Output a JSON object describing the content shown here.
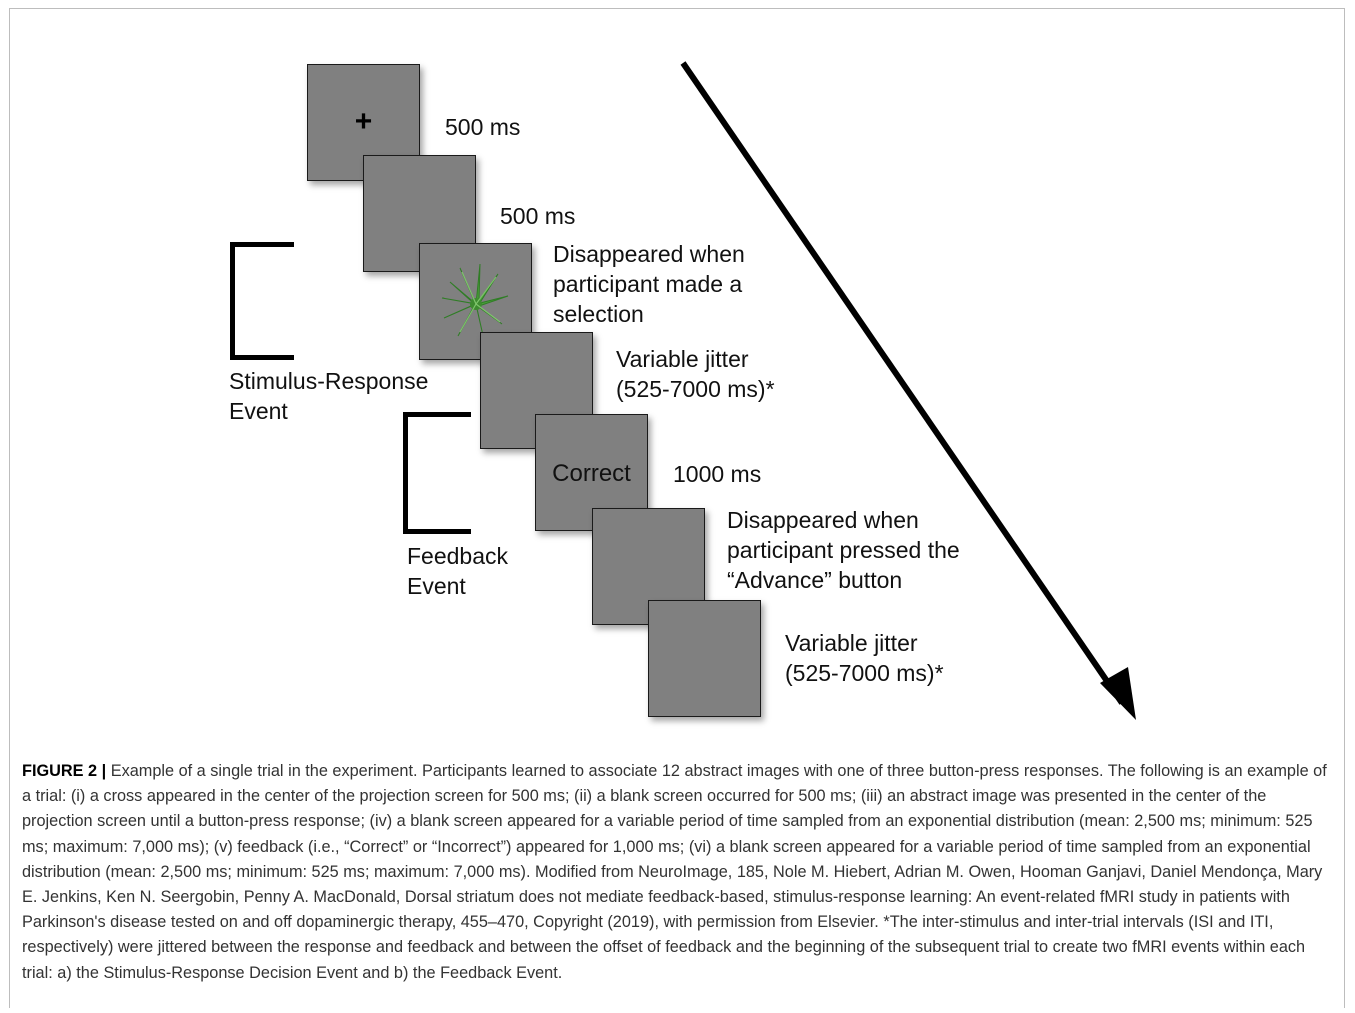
{
  "figure": {
    "screens": [
      {
        "content": "+",
        "time_label": [
          "500 ms"
        ]
      },
      {
        "content": "",
        "time_label": [
          "500 ms"
        ]
      },
      {
        "content": "abstract-image",
        "time_label": [
          "Disappeared when",
          "participant made a",
          "selection"
        ]
      },
      {
        "content": "",
        "time_label": [
          "Variable jitter",
          "(525-7000 ms)*"
        ]
      },
      {
        "content": "Correct",
        "time_label": [
          "1000 ms"
        ]
      },
      {
        "content": "",
        "time_label": [
          "Disappeared when",
          "participant pressed the",
          "“Advance” button"
        ]
      },
      {
        "content": "",
        "time_label": [
          "Variable jitter",
          "(525-7000 ms)*"
        ]
      }
    ],
    "events": [
      {
        "lines": [
          "Stimulus-Response",
          "Event"
        ]
      },
      {
        "lines": [
          "Feedback",
          "Event"
        ]
      }
    ],
    "icons": {
      "time_arrow": "arrow-down-right-icon",
      "stimulus": "abstract-plant-icon"
    },
    "colors": {
      "screen": "#808080",
      "stimulus": "#4a9e3a"
    }
  },
  "caption": {
    "label": "FIGURE 2 |",
    "text": "Example of a single trial in the experiment. Participants learned to associate 12 abstract images with one of three button-press responses. The following is an example of a trial: (i) a cross appeared in the center of the projection screen for 500 ms; (ii) a blank screen occurred for 500 ms; (iii) an abstract image was presented in the center of the projection screen until a button-press response; (iv) a blank screen appeared for a variable period of time sampled from an exponential distribution (mean: 2,500 ms; minimum: 525 ms; maximum: 7,000 ms); (v) feedback (i.e., “Correct” or “Incorrect”) appeared for 1,000 ms; (vi) a blank screen appeared for a variable period of time sampled from an exponential distribution (mean: 2,500 ms; minimum: 525 ms; maximum: 7,000 ms). Modified from NeuroImage, 185, Nole M. Hiebert, Adrian M. Owen, Hooman Ganjavi, Daniel Mendonça, Mary E. Jenkins, Ken N. Seergobin, Penny A. MacDonald, Dorsal striatum does not mediate feedback-based, stimulus-response learning: An event-related fMRI study in patients with Parkinson's disease tested on and off dopaminergic therapy, 455–470, Copyright (2019), with permission from Elsevier. *The inter-stimulus and inter-trial intervals (ISI and ITI, respectively) were jittered between the response and feedback and between the offset of feedback and the beginning of the subsequent trial to create two fMRI events within each trial: a) the Stimulus-Response Decision Event and b) the Feedback Event."
  }
}
